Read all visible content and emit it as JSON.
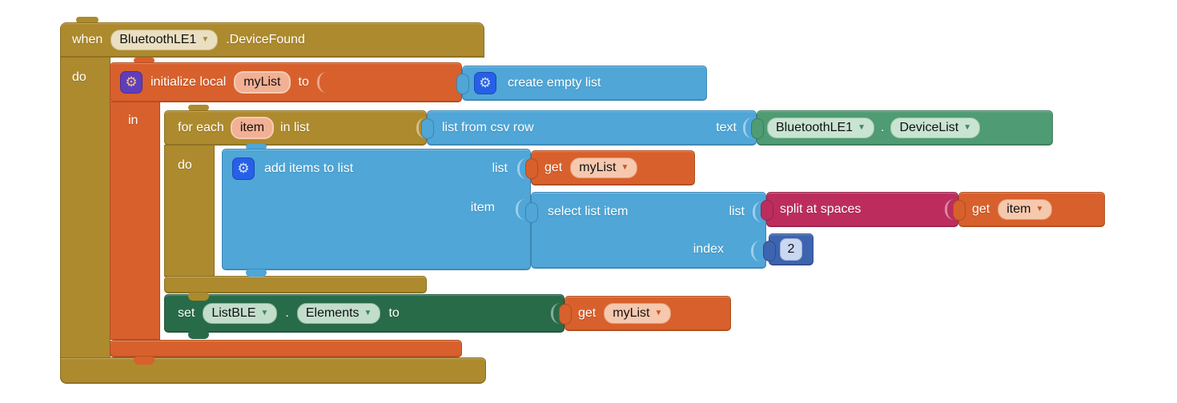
{
  "icons": {
    "mutator_gear": "⚙",
    "dropdown": "▼"
  },
  "colors": {
    "event_gold": "#AD8A2D",
    "variables_orange": "#D8602C",
    "lists_blue": "#4FA6D7",
    "text_crimson": "#BC2D5E",
    "math_blue": "#3D64AE",
    "getter_green": "#4F9B73",
    "setter_dark_green": "#286B49",
    "gear_blue": "#2760E8",
    "gear_purple": "#5F3EBC"
  },
  "blocks": {
    "when_event": {
      "when": "when",
      "component": "BluetoothLE1",
      "event": ".DeviceFound",
      "do": "do"
    },
    "init_local": {
      "label": "initialize local",
      "name": "myList",
      "to": "to",
      "in": "in"
    },
    "create_empty_list": {
      "label": "create empty list"
    },
    "for_each": {
      "for_each": "for each",
      "name": "item",
      "in_list": "in list",
      "do": "do"
    },
    "list_from_csv": {
      "label": "list from csv row",
      "text_param": "text"
    },
    "get_device_list": {
      "component": "BluetoothLE1",
      "dot": ".",
      "property": "DeviceList"
    },
    "add_items": {
      "label": "add items to list",
      "list_param": "list",
      "item_param": "item"
    },
    "get_mylist_a": {
      "get": "get",
      "name": "myList"
    },
    "select_list_item": {
      "label": "select list item",
      "list_param": "list",
      "index_param": "index"
    },
    "split_at_spaces": {
      "label": "split at spaces"
    },
    "get_item": {
      "get": "get",
      "name": "item"
    },
    "index_value": {
      "value": "2"
    },
    "set_elements": {
      "set": "set",
      "component": "ListBLE",
      "dot": ".",
      "property": "Elements",
      "to": "to"
    },
    "get_mylist_b": {
      "get": "get",
      "name": "myList"
    }
  }
}
